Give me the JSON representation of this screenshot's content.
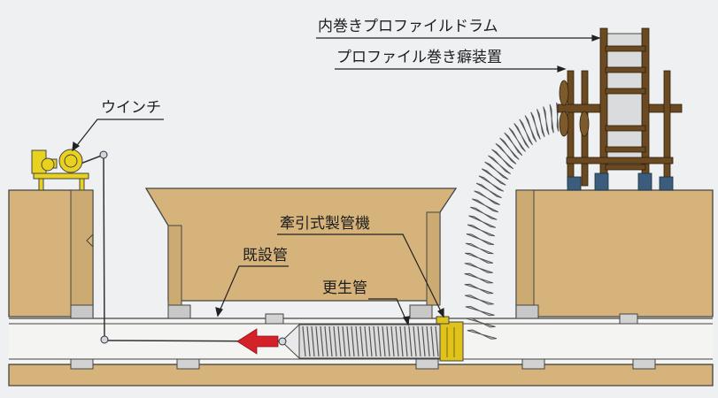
{
  "labels": {
    "winch": "ウインチ",
    "inner_drum": "内巻きプロファイルドラム",
    "winding_device": "プロファイル巻き癖装置",
    "pipe_machine": "牽引式製管機",
    "existing_pipe": "既設管",
    "renewed_pipe": "更生管"
  },
  "colors": {
    "soil": "#d6b37b",
    "manhole_wall": "#d9b87f",
    "pipe_interior": "#f4f4f2",
    "background": "#eef0f1",
    "drum_frame": "#6b4a22",
    "drum_base": "#3b5c7a",
    "winch_body": "#e8d21f",
    "machine": "#e0c31a",
    "arrow": "#d3222a",
    "profile_strip": "#c9cccd"
  }
}
